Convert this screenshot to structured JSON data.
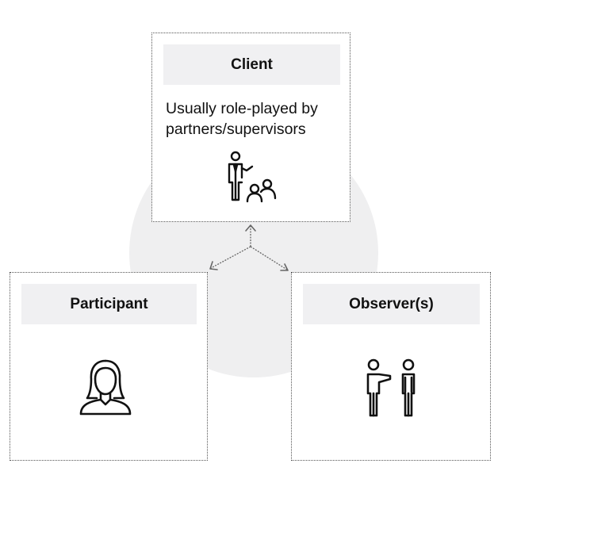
{
  "client": {
    "title": "Client",
    "description_line1": "Usually role-played by",
    "description_line2": "partners/supervisors",
    "icon": "presenter-with-audience-icon"
  },
  "participant": {
    "title": "Participant",
    "icon": "person-female-icon"
  },
  "observer": {
    "title": "Observer(s)",
    "icon": "two-people-pointing-icon"
  },
  "colors": {
    "header_bg": "#f0f0f2",
    "circle_bg": "#efeff0",
    "border": "#555555",
    "text": "#111111",
    "arrow": "#666666"
  }
}
